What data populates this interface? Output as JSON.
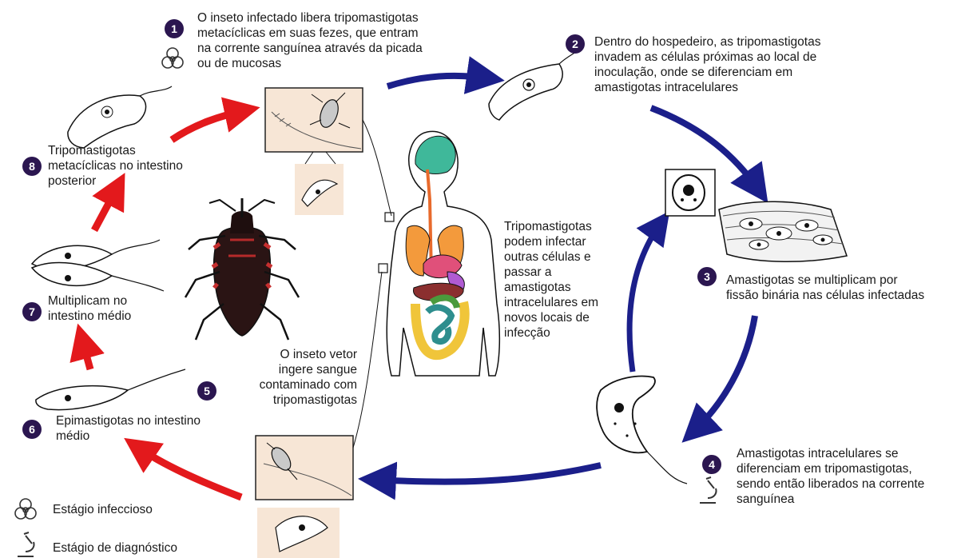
{
  "colors": {
    "forward_arrow": "#1b1f8a",
    "vector_arrow": "#e3191c",
    "badge": "#2b1650",
    "box_fill": "#f7e6d6"
  },
  "steps": [
    {
      "number": "1",
      "text": "O inseto infectado libera tripomastigotas\nmetacíclicas em suas fezes, que entram\nna corrente sanguínea através da picada\nou de mucosas"
    },
    {
      "number": "2",
      "text": "Dentro do hospedeiro, as tripomastigotas\ninvadem as células próximas ao local de\ninoculação, onde se diferenciam em\namastigotas intracelulares"
    },
    {
      "number": "3",
      "text": "Amastigotas se multiplicam por\nfissão binária nas células infectadas"
    },
    {
      "number": "4",
      "text": "Amastigotas intracelulares se\ndiferenciam em tripomastigotas,\nsendo então liberados na corrente\nsanguínea"
    },
    {
      "number": "5",
      "text": "O inseto vetor\ningere sangue\ncontaminado com\ntripomastigotas"
    },
    {
      "number": "6",
      "text": "Epimastigotas no intestino\nmédio"
    },
    {
      "number": "7",
      "text": "Multiplicam no\nintestino médio"
    },
    {
      "number": "8",
      "text": "Tripomastigotas\nmetacíclicas no intestino\nposterior"
    }
  ],
  "center_note": "Tripomastigotas\npodem infectar\noutras células e\npassar a\namastigotas\nintracelulares em\nnovos locais de\ninfecção",
  "legend": {
    "infectious": {
      "icon": "biohazard-icon",
      "label": "Estágio infeccioso"
    },
    "diagnostic": {
      "icon": "microscope-icon",
      "label": "Estágio de diagnóstico"
    }
  }
}
